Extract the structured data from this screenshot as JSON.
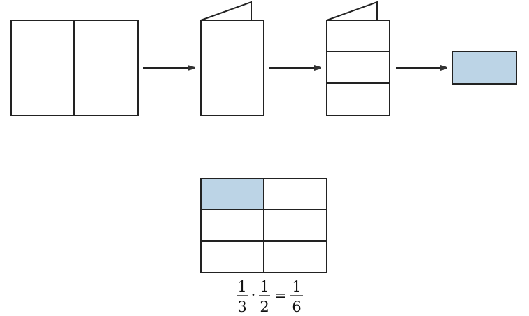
{
  "colors": {
    "shade": "#bcd4e6",
    "stroke": "#222222"
  },
  "steps": [
    {
      "name": "unfolded-sheet",
      "description_folds": 0
    },
    {
      "name": "folded-in-half"
    },
    {
      "name": "folded-in-thirds"
    },
    {
      "name": "shaded-piece"
    }
  ],
  "formula": {
    "factor1": {
      "numerator": "1",
      "denominator": "3"
    },
    "operator": "·",
    "factor2": {
      "numerator": "1",
      "denominator": "2"
    },
    "equals": "=",
    "result": {
      "numerator": "1",
      "denominator": "6"
    }
  },
  "grid": {
    "rows": 3,
    "cols": 2,
    "shaded_cells": 1
  }
}
